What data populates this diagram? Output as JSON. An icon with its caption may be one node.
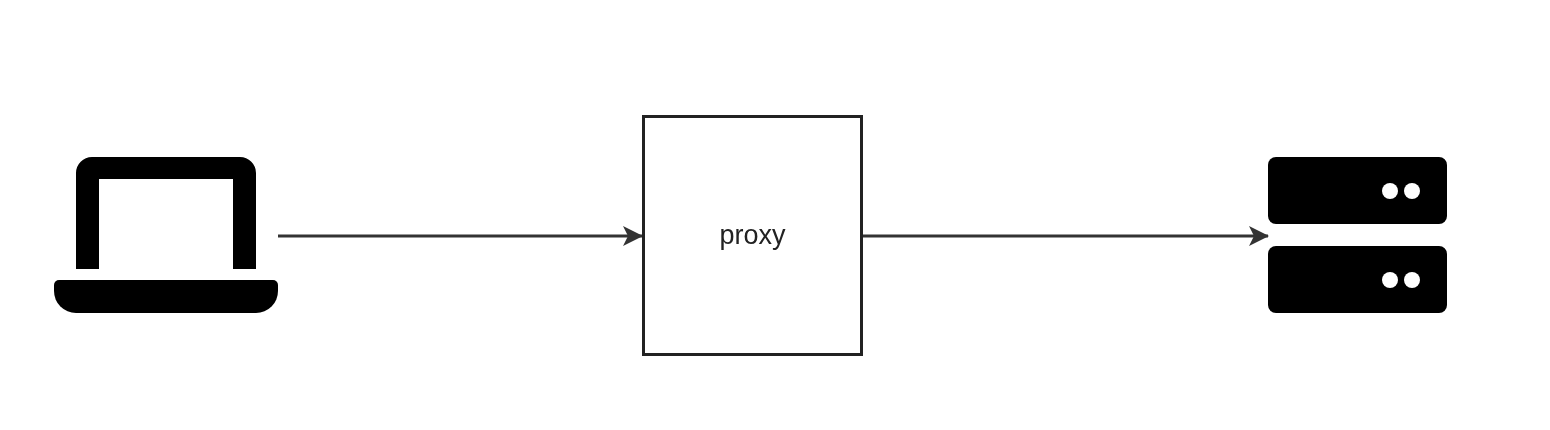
{
  "diagram": {
    "nodes": [
      {
        "text": [],
        "shape": "picture"
      },
      {
        "text": [
          "proxy"
        ]
      },
      {
        "text": [],
        "shape": "picture"
      }
    ],
    "edges": [
      {
        "from": 0,
        "to": 1,
        "arrow": "to"
      },
      {
        "from": 1,
        "to": 2,
        "arrow": "to"
      }
    ]
  }
}
